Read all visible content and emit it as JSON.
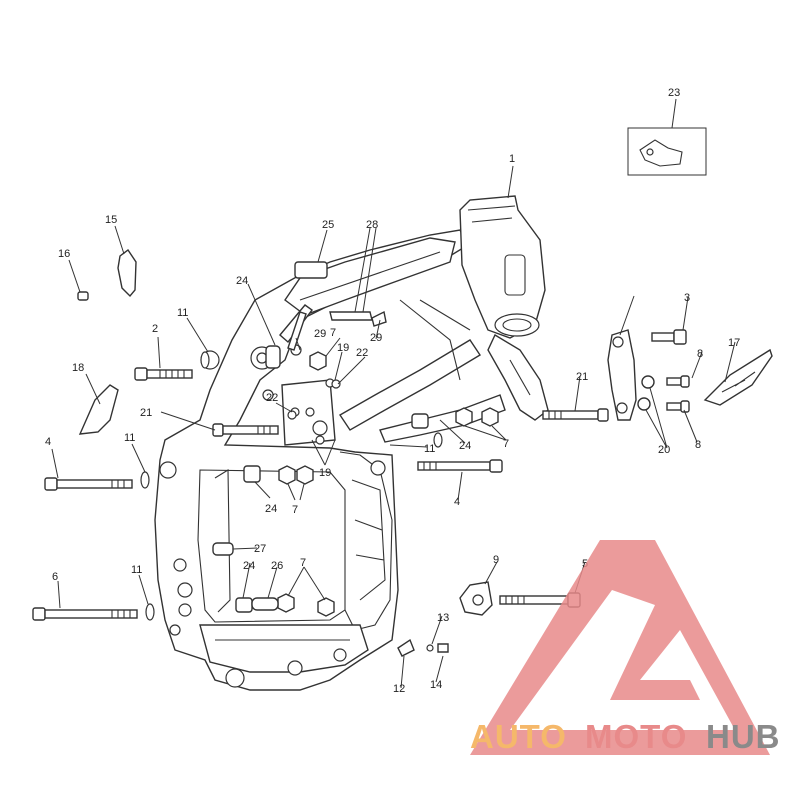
{
  "callouts": {
    "c1": "1",
    "c2": "2",
    "c3": "3",
    "c4a": "4",
    "c4b": "4",
    "c5": "5",
    "c6": "6",
    "c7a": "7",
    "c7b": "7",
    "c7c": "7",
    "c7d": "7",
    "c8a": "8",
    "c8b": "8",
    "c9": "9",
    "c11a": "11",
    "c11b": "11",
    "c11c": "11",
    "c11d": "11",
    "c12": "12",
    "c13": "13",
    "c14": "14",
    "c15": "15",
    "c16": "16",
    "c17": "17",
    "c18": "18",
    "c19a": "19",
    "c19b": "19",
    "c20": "20",
    "c21a": "21",
    "c21b": "21",
    "c22a": "22",
    "c22b": "22",
    "c23": "23",
    "c24a": "24",
    "c24b": "24",
    "c24c": "24",
    "c24d": "24",
    "c25": "25",
    "c26": "26",
    "c27": "27",
    "c28": "28",
    "c29a": "29",
    "c29b": "29"
  },
  "watermark": {
    "word1": "AUTO",
    "word2": "MOTO",
    "word3": "HUB",
    "color_logo": "#e88a8a",
    "color_auto": "#f5b86a",
    "color_moto": "#e88a8a",
    "color_hub": "#8a8a8a"
  }
}
